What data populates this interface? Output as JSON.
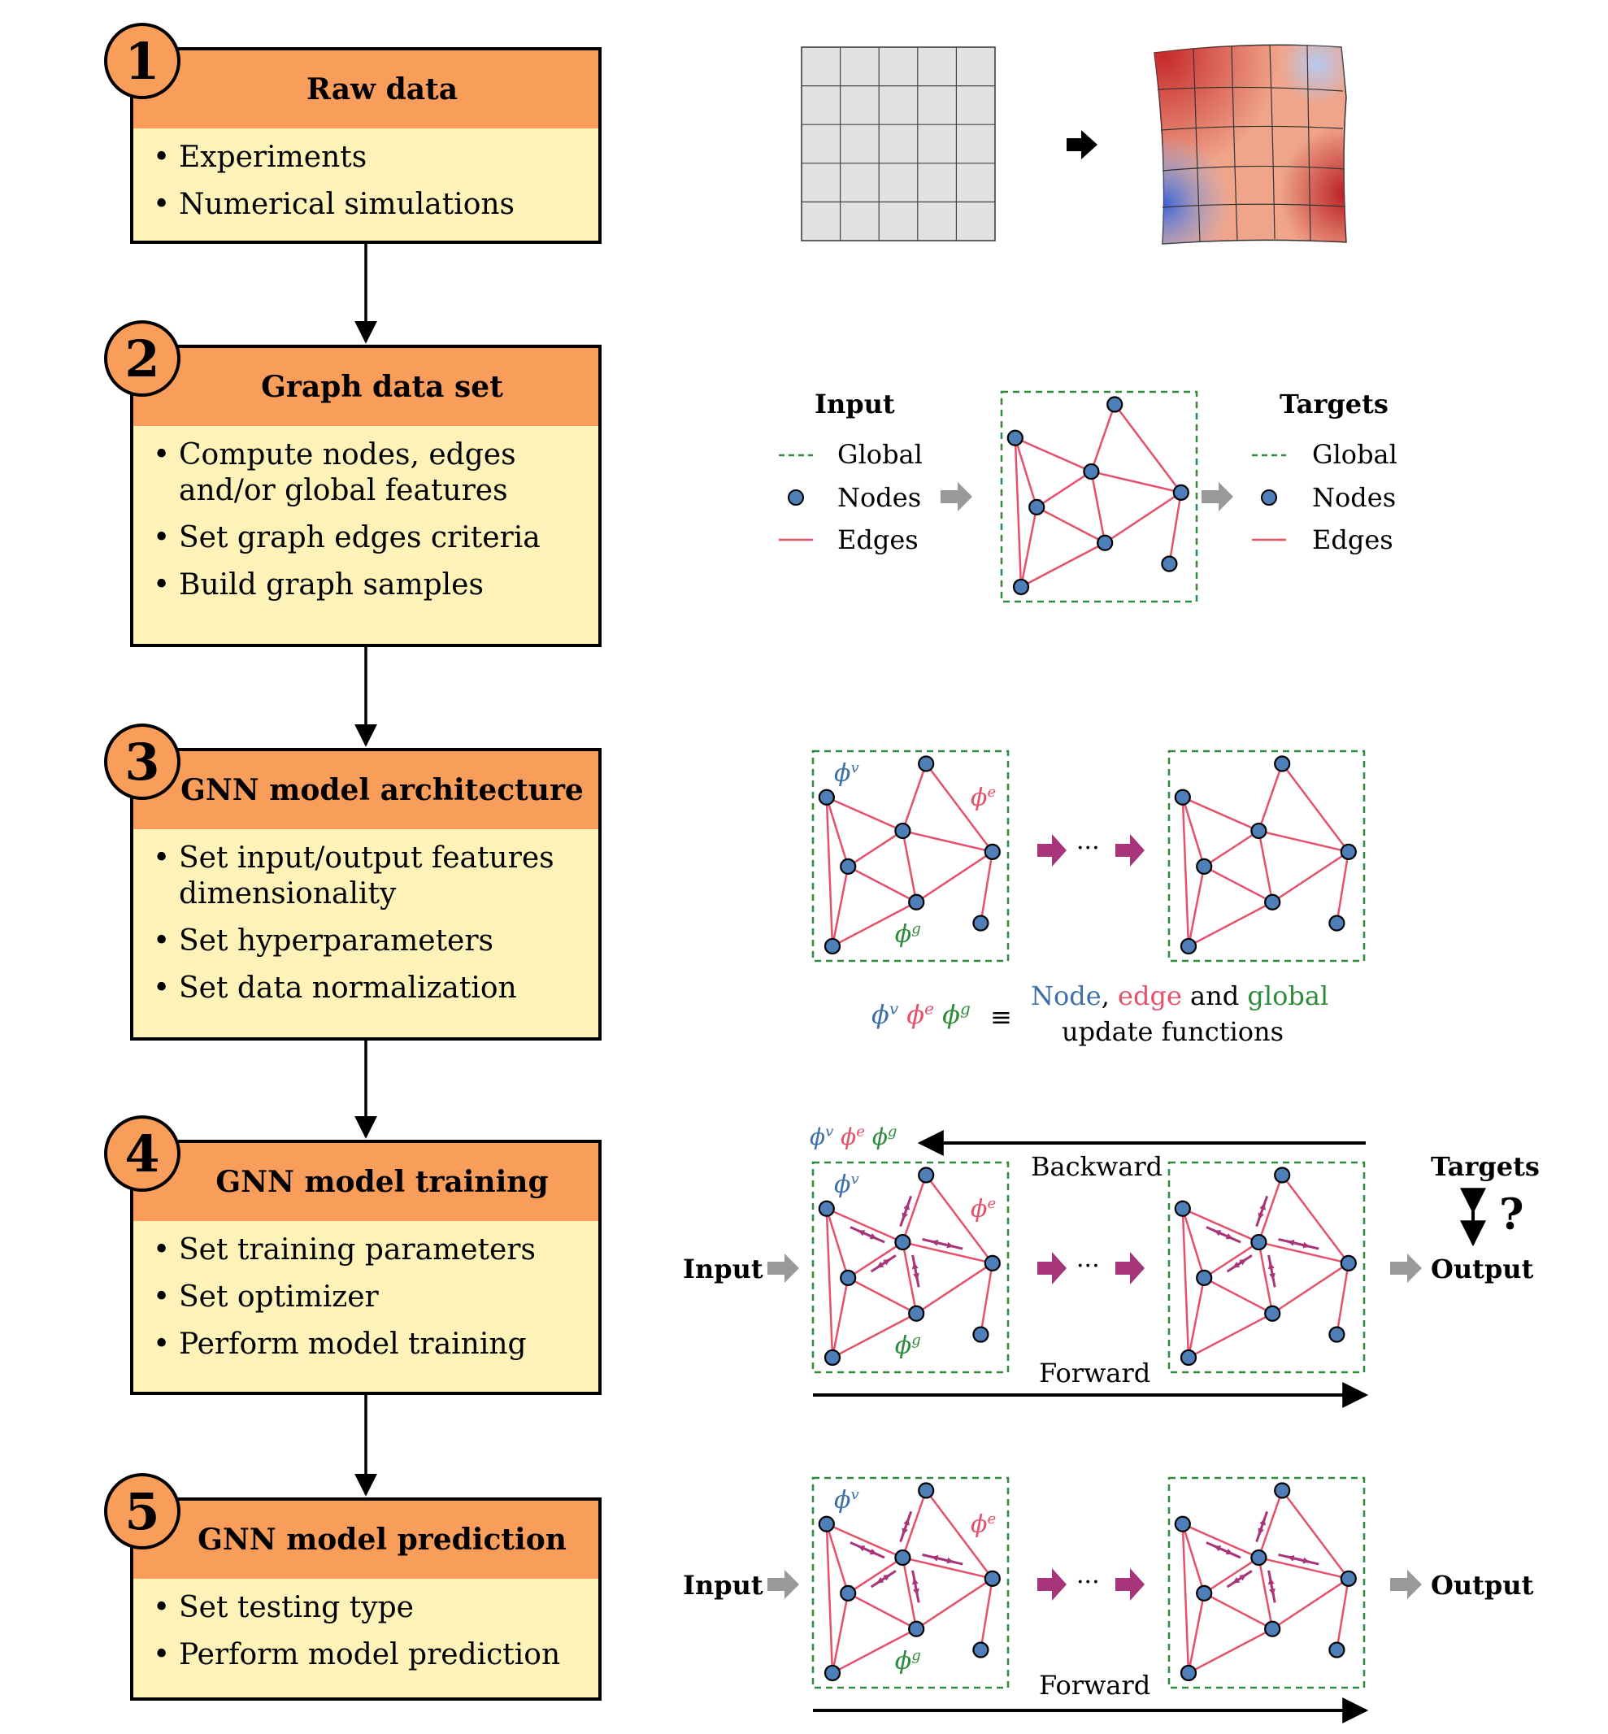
{
  "steps": [
    {
      "number": "1",
      "title": "Raw data",
      "items": [
        "Experiments",
        "Numerical simulations"
      ]
    },
    {
      "number": "2",
      "title": "Graph data set",
      "items": [
        "Compute nodes, edges and/or global features",
        "Set graph edges criteria",
        "Build graph samples"
      ]
    },
    {
      "number": "3",
      "title": "GNN model architecture",
      "items": [
        "Set input/output features dimensionality",
        "Set hyperparameters",
        "Set data normalization"
      ]
    },
    {
      "number": "4",
      "title": "GNN model training",
      "items": [
        "Set training parameters",
        "Set optimizer",
        "Perform model training"
      ]
    },
    {
      "number": "5",
      "title": "GNN model prediction",
      "items": [
        "Set testing type",
        "Perform model prediction"
      ]
    }
  ],
  "graph_dataset": {
    "input_title": "Input",
    "targets_title": "Targets",
    "legend": [
      "Global",
      "Nodes",
      "Edges"
    ]
  },
  "architecture": {
    "phi_v": "ϕ",
    "phi_v_sup": "v",
    "phi_e": "ϕ",
    "phi_e_sup": "e",
    "phi_g": "ϕ",
    "phi_g_sup": "g",
    "ellipsis": "···",
    "equiv": "≡",
    "caption_node": "Node",
    "caption_comma": ",",
    "caption_edge": "edge",
    "caption_and": "and",
    "caption_global": "global",
    "caption_line2": "update functions"
  },
  "training": {
    "backward": "Backward",
    "forward": "Forward",
    "input": "Input",
    "output": "Output",
    "targets": "Targets",
    "question": "?"
  },
  "prediction": {
    "forward": "Forward",
    "input": "Input",
    "output": "Output"
  },
  "colors": {
    "orange": "#f99d5b",
    "yellow": "#fdf3b9",
    "node_fill": "#4f7fb8",
    "edge": "#e5506a",
    "global_border": "#2e8b3c",
    "message_arrow": "#a8347a",
    "phi_v_color": "#3d6fa8",
    "phi_e_color": "#e5506a",
    "phi_g_color": "#2e8b3c",
    "grey_arrow": "#999999"
  }
}
